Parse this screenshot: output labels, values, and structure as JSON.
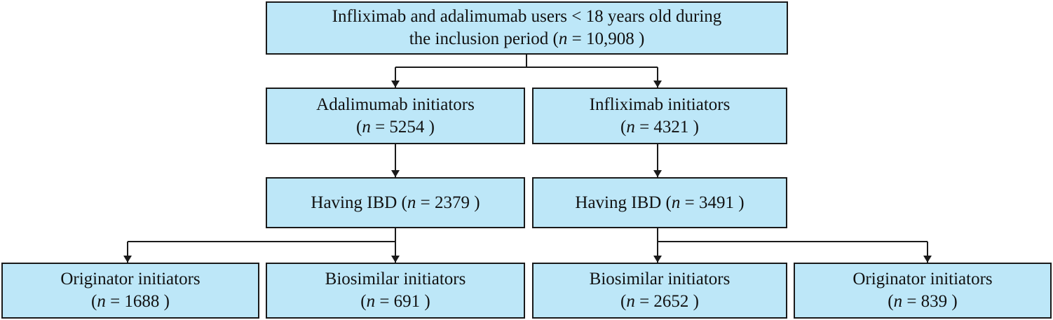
{
  "colors": {
    "box_fill": "#bde7f8",
    "box_border": "#1a1a1a",
    "connector": "#1a1a1a"
  },
  "boxes": {
    "root": {
      "line1": "Infliximab and adalimumab users < 18 years old during",
      "line2_prefix": "the inclusion period (",
      "n_symbol": "n",
      "line2_suffix": " = 10,908 )"
    },
    "ada": {
      "line1": "Adalimumab initiators",
      "line2_prefix": "(",
      "n_symbol": "n",
      "line2_suffix": " = 5254 )"
    },
    "ifx": {
      "line1": "Infliximab initiators",
      "line2_prefix": "(",
      "n_symbol": "n",
      "line2_suffix": " = 4321 )"
    },
    "ada_ibd": {
      "line1_prefix": "Having IBD (",
      "n_symbol": "n",
      "line1_suffix": " = 2379 )"
    },
    "ifx_ibd": {
      "line1_prefix": "Having IBD (",
      "n_symbol": "n",
      "line1_suffix": " = 3491 )"
    },
    "ada_orig": {
      "line1": "Originator initiators",
      "line2_prefix": "(",
      "n_symbol": "n",
      "line2_suffix": " = 1688 )"
    },
    "ada_bio": {
      "line1": "Biosimilar initiators",
      "line2_prefix": "(",
      "n_symbol": "n",
      "line2_suffix": " = 691 )"
    },
    "ifx_bio": {
      "line1": "Biosimilar initiators",
      "line2_prefix": "(",
      "n_symbol": "n",
      "line2_suffix": " = 2652 )"
    },
    "ifx_orig": {
      "line1": "Originator initiators",
      "line2_prefix": "(",
      "n_symbol": "n",
      "line2_suffix": " = 839 )"
    }
  }
}
